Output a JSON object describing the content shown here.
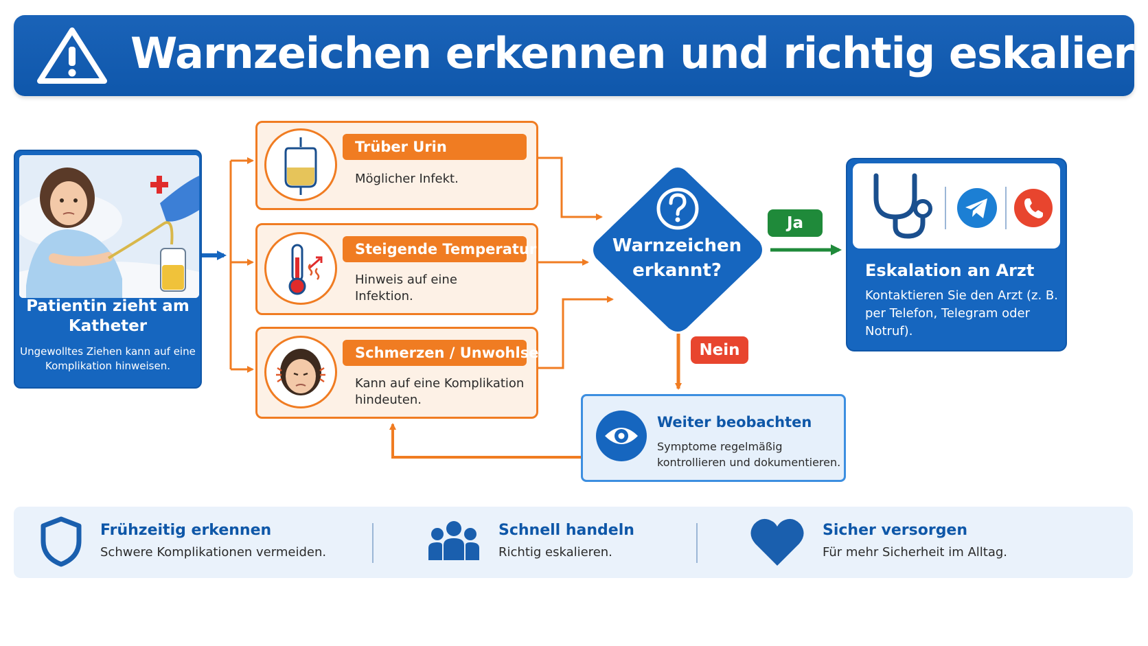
{
  "header": {
    "title": "Warnzeichen erkennen und richtig eskalieren"
  },
  "patient": {
    "title": "Patientin zieht am Katheter",
    "description": "Ungewolltes Ziehen kann auf eine Komplikation hinweisen."
  },
  "symptoms": [
    {
      "title": "Trüber Urin",
      "description": "Möglicher Infekt."
    },
    {
      "title": "Steigende Temperatur",
      "description": "Hinweis auf eine Infektion."
    },
    {
      "title": "Schmerzen / Unwohlsein",
      "description": "Kann auf eine Komplikation hindeuten."
    }
  ],
  "decision": {
    "label": "Warnzeichen erkannt?",
    "yes": "Ja",
    "no": "Nein"
  },
  "escalation": {
    "title": "Eskalation an Arzt",
    "description": "Kontaktieren Sie den Arzt (z. B. per Telefon, Telegram oder Notruf)."
  },
  "observe": {
    "title": "Weiter beobachten",
    "description": "Symptome regelmäßig kontrollieren und dokumentieren."
  },
  "footer": [
    {
      "title": "Frühzeitig erkennen",
      "description": "Schwere Komplikationen vermeiden."
    },
    {
      "title": "Schnell handeln",
      "description": "Richtig eskalieren."
    },
    {
      "title": "Sicher versorgen",
      "description": "Für mehr Sicherheit im Alltag."
    }
  ],
  "colors": {
    "primary_blue": "#1666bf",
    "accent_orange": "#f07c22",
    "yes_green": "#1f8a3a",
    "no_red": "#e8452e"
  }
}
